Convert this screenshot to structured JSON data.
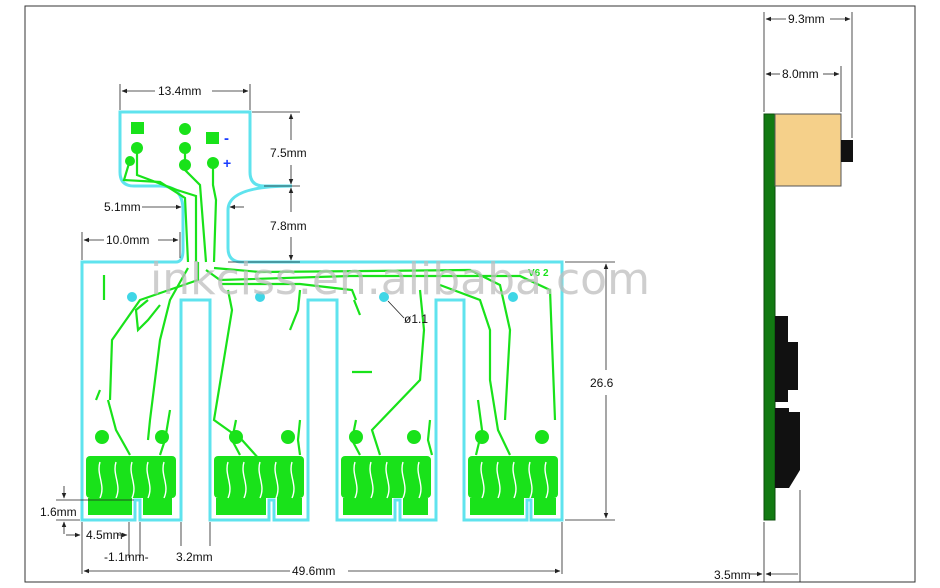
{
  "dimensions": {
    "top_width": "13.4mm",
    "neck_height": "7.5mm",
    "neck_width": "5.1mm",
    "step_height": "7.8mm",
    "left_offset": "10.0mm",
    "hole": "ø1.1",
    "body_height": "26.6",
    "slot_depth": "1.6mm",
    "finger_width": "4.5mm",
    "gap_width": "-1.1mm-",
    "slot_width": "3.2mm",
    "total_width": "49.6mm",
    "side_total": "9.3mm",
    "side_chip": "8.0mm",
    "side_thickness": "3.5mm"
  },
  "board": {
    "version_label": "V6 2",
    "minus_sign": "-",
    "plus_sign": "+"
  },
  "watermark": "inkciss.en.alibaba.com",
  "colors": {
    "outline": "#5fe3ee",
    "trace": "#19e21a",
    "chip": "#f5d08a",
    "side_board": "#127a12",
    "polarity": "#1a3cff"
  }
}
